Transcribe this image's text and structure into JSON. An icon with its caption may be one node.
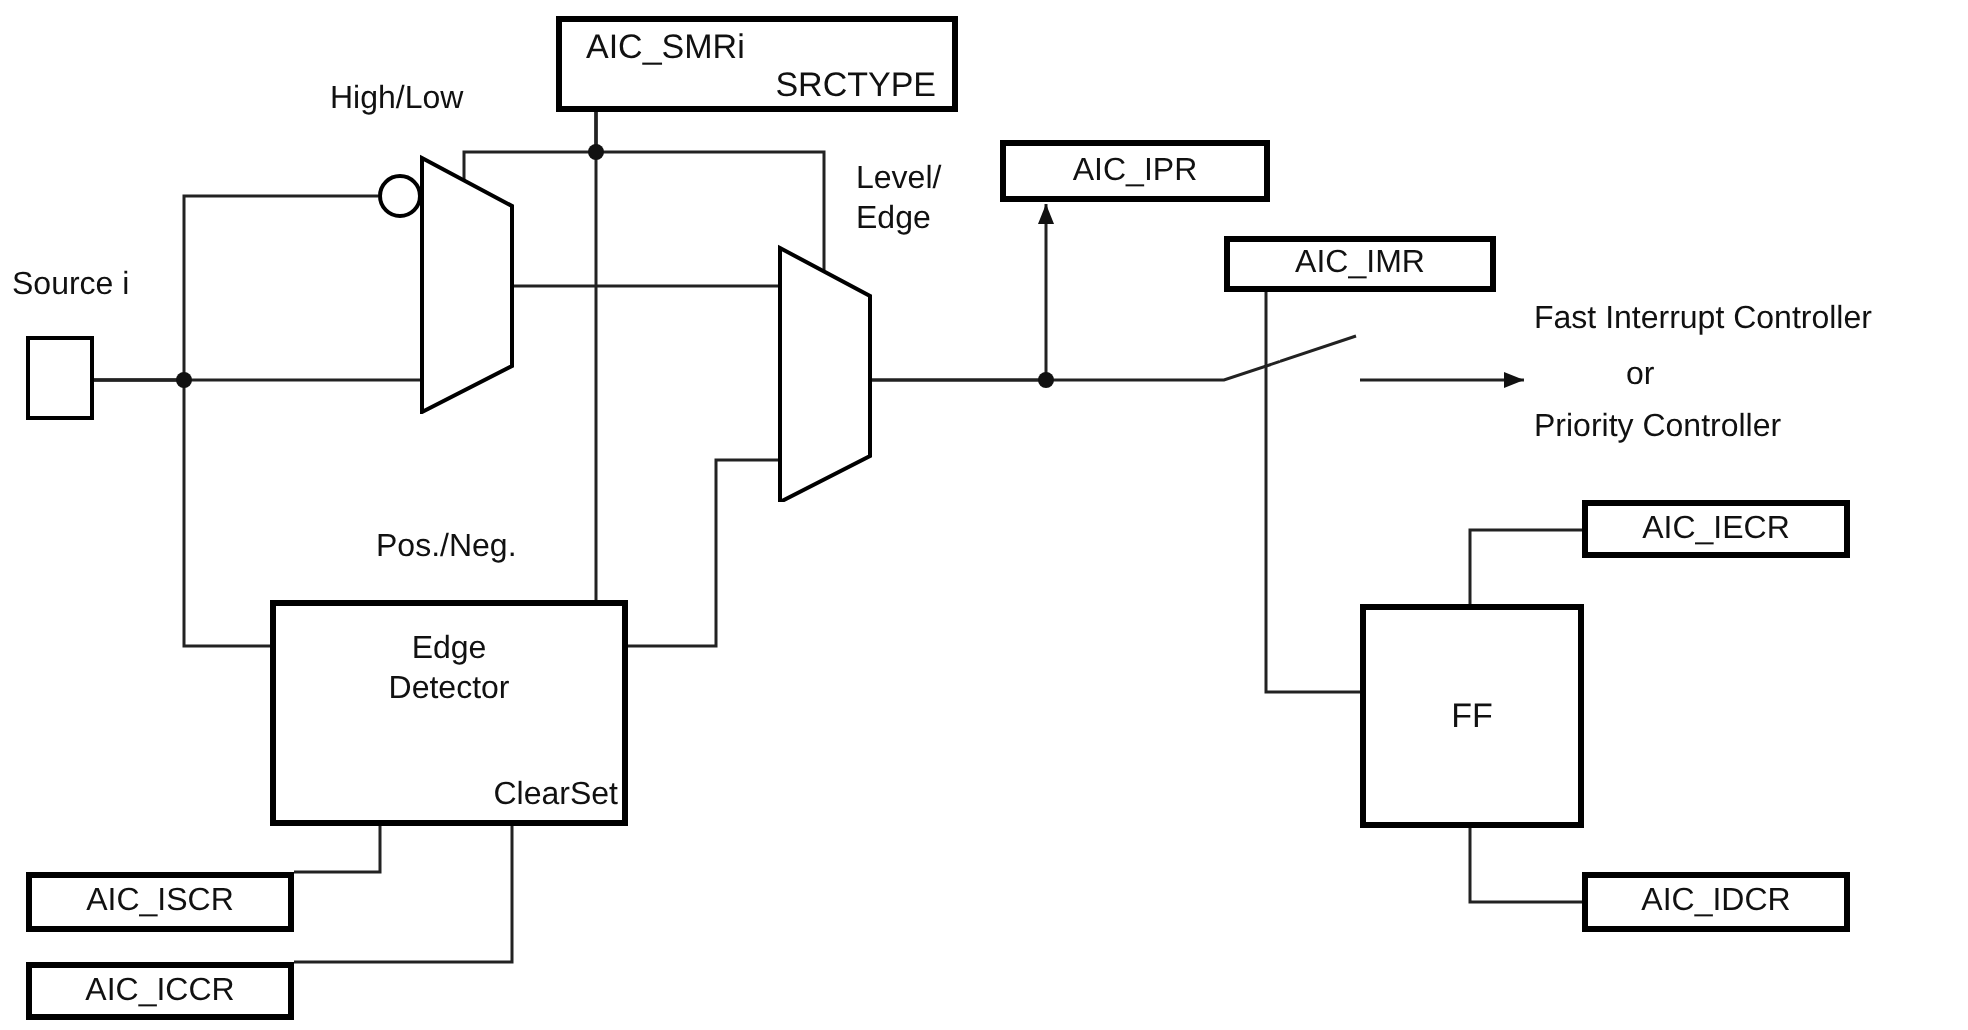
{
  "diagram": {
    "nodes": [
      {
        "text": [
          "Source i"
        ]
      },
      {
        "text": [
          "AIC_SMRi",
          "SRCTYPE"
        ]
      },
      {
        "text": [
          "High/Low"
        ]
      },
      {
        "text": [
          "Level/ Edge"
        ]
      },
      {
        "text": [
          "AIC_IPR"
        ]
      },
      {
        "text": [
          "AIC_IMR"
        ]
      },
      {
        "text": [
          "Fast Interrupt Controller",
          "or",
          "Priority Controller"
        ]
      },
      {
        "text": [
          "Edge Detector",
          "ClearSet"
        ]
      },
      {
        "text": [
          "AIC_ISCR"
        ]
      },
      {
        "text": [
          "AIC_ICCR"
        ]
      },
      {
        "text": [
          "FF"
        ]
      },
      {
        "text": [
          "AIC_IECR"
        ]
      },
      {
        "text": [
          "AIC_IDCR"
        ]
      },
      {
        "text": [],
        "shape": "switch"
      }
    ],
    "edges": [
      {
        "from": 0,
        "to": 2,
        "arrow": "none"
      },
      {
        "from": 0,
        "to": 2,
        "arrow": "none"
      },
      {
        "from": 0,
        "to": 7,
        "arrow": "none"
      },
      {
        "from": 1,
        "to": 2,
        "arrow": "none"
      },
      {
        "from": 1,
        "to": 3,
        "arrow": "none"
      },
      {
        "from": 1,
        "to": 7,
        "arrow": "none"
      },
      {
        "from": 2,
        "to": 3,
        "arrow": "none"
      },
      {
        "from": 7,
        "to": 3,
        "arrow": "none"
      },
      {
        "from": 3,
        "to": 4,
        "arrow": "to"
      },
      {
        "from": 3,
        "to": 13,
        "arrow": "none"
      },
      {
        "from": 13,
        "to": 6,
        "arrow": "to"
      },
      {
        "from": 5,
        "to": 10,
        "arrow": "none"
      },
      {
        "from": 11,
        "to": 10,
        "arrow": "none"
      },
      {
        "from": 10,
        "to": 12,
        "arrow": "none"
      },
      {
        "from": 7,
        "to": 8,
        "arrow": "none"
      },
      {
        "from": 7,
        "to": 9,
        "arrow": "none"
      }
    ],
    "labels": [
      "Pos./Neg."
    ]
  }
}
